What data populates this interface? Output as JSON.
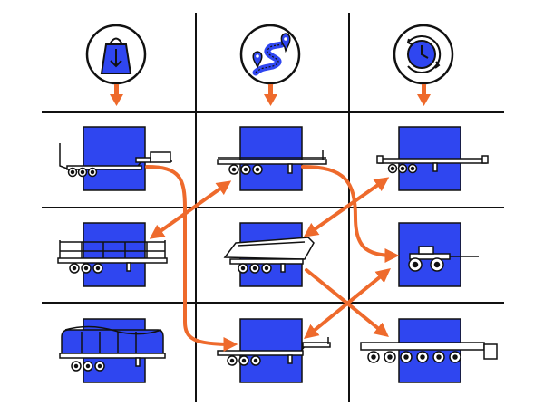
{
  "colors": {
    "ink": "#111111",
    "blue": "#2f46f0",
    "arrow": "#ee6a2c",
    "paper": "#ffffff"
  },
  "header_icons": [
    {
      "name": "weight-download-icon"
    },
    {
      "name": "route-map-pin-icon"
    },
    {
      "name": "clock-refresh-icon"
    }
  ],
  "grid": {
    "columns": 3,
    "rows": 3
  },
  "cells": [
    {
      "row": 0,
      "col": 0,
      "trailer": "lowboy-gooseneck-trailer"
    },
    {
      "row": 0,
      "col": 1,
      "trailer": "flatbed-trailer"
    },
    {
      "row": 0,
      "col": 2,
      "trailer": "container-chassis-trailer"
    },
    {
      "row": 1,
      "col": 0,
      "trailer": "stake-bed-trailer"
    },
    {
      "row": 1,
      "col": 1,
      "trailer": "tipper-dump-trailer"
    },
    {
      "row": 1,
      "col": 2,
      "trailer": "dolly-trailer"
    },
    {
      "row": 2,
      "col": 0,
      "trailer": "curtainside-trailer"
    },
    {
      "row": 2,
      "col": 1,
      "trailer": "step-deck-trailer"
    },
    {
      "row": 2,
      "col": 2,
      "trailer": "modular-multi-axle-trailer"
    }
  ],
  "connections": [
    {
      "from": "lowboy-gooseneck-trailer",
      "to": "step-deck-trailer",
      "style": "one-way"
    },
    {
      "from": "flatbed-trailer",
      "to": "stake-bed-trailer",
      "style": "two-way"
    },
    {
      "from": "flatbed-trailer",
      "to": "dolly-trailer",
      "style": "one-way"
    },
    {
      "from": "container-chassis-trailer",
      "to": "tipper-dump-trailer",
      "style": "two-way"
    },
    {
      "from": "tipper-dump-trailer",
      "to": "modular-multi-axle-trailer",
      "style": "one-way"
    },
    {
      "from": "dolly-trailer",
      "to": "step-deck-trailer",
      "style": "two-way"
    }
  ]
}
